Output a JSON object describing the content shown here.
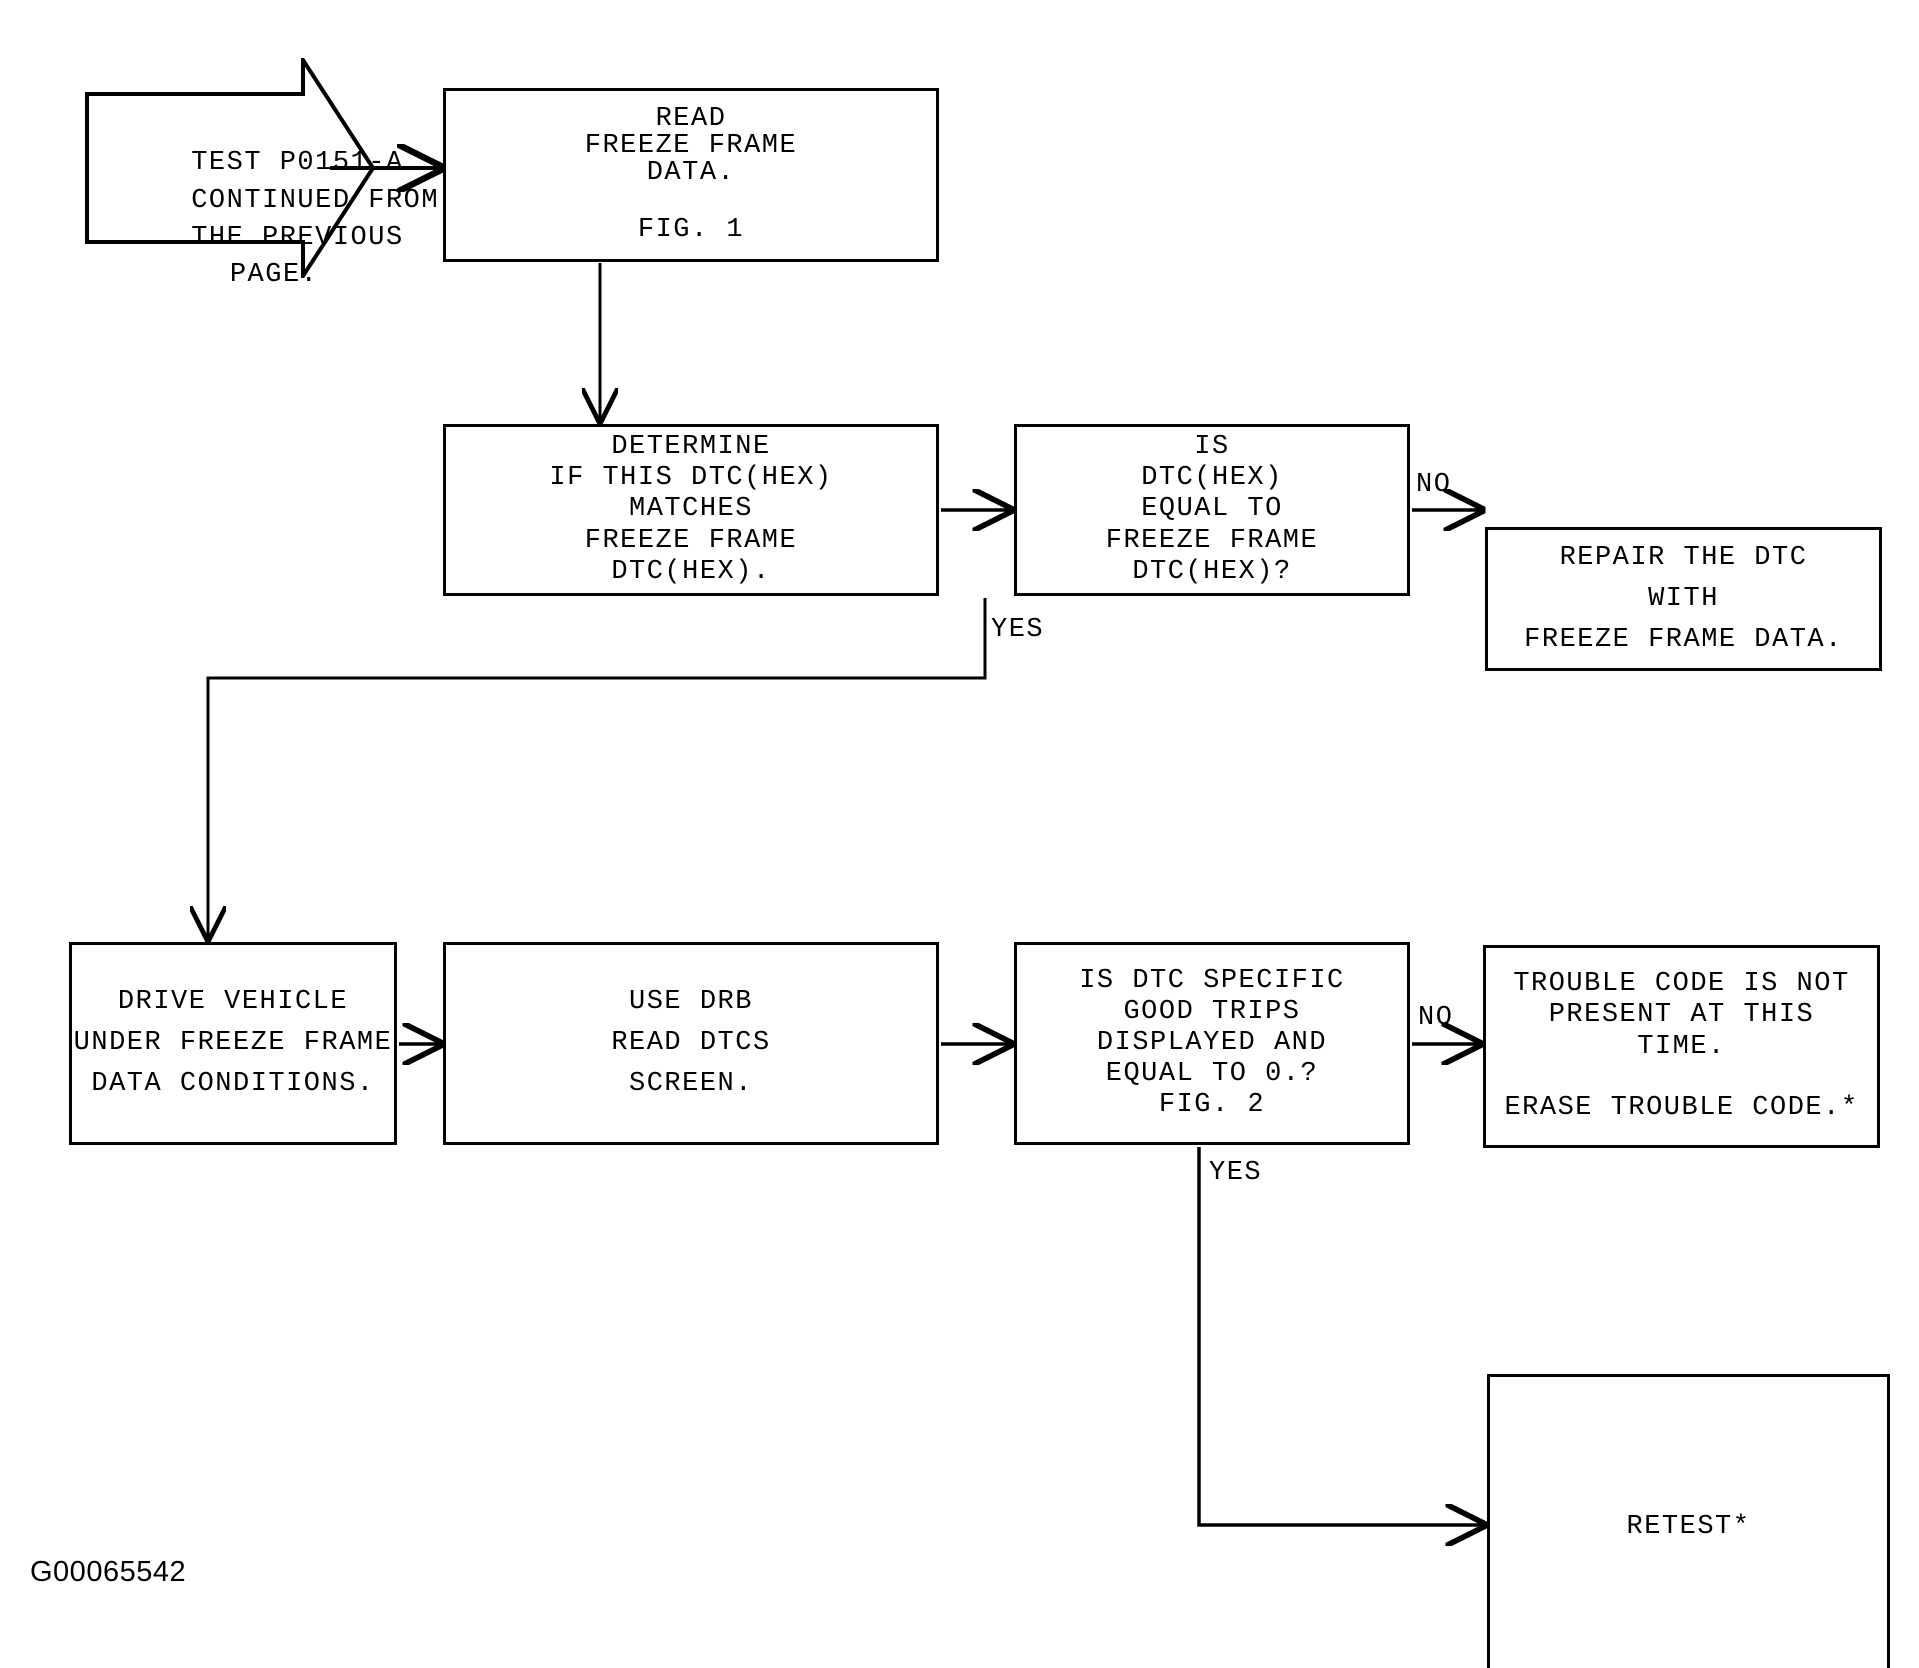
{
  "figure": {
    "id_label": "G00065542"
  },
  "nodes": {
    "continued_from": {
      "shape": "pentagon-arrow-right",
      "lines": [
        "TEST P0151-A",
        "CONTINUED FROM",
        "THE PREVIOUS",
        "PAGE."
      ]
    },
    "read_freeze_frame": {
      "shape": "rect",
      "lines": [
        "READ",
        "FREEZE FRAME",
        "DATA."
      ],
      "figref": "FIG. 1"
    },
    "determine_match": {
      "shape": "rect",
      "lines": [
        "DETERMINE",
        "IF THIS DTC(HEX)",
        "MATCHES",
        "FREEZE FRAME",
        "DTC(HEX)."
      ]
    },
    "is_dtc_equal": {
      "shape": "rect-decision",
      "lines": [
        "IS",
        "DTC(HEX)",
        "EQUAL TO",
        "FREEZE FRAME",
        "DTC(HEX)?"
      ]
    },
    "repair_dtc": {
      "shape": "rect",
      "lines": [
        "REPAIR THE DTC",
        "WITH",
        "FREEZE FRAME DATA."
      ]
    },
    "drive_vehicle": {
      "shape": "rect",
      "lines": [
        "DRIVE VEHICLE",
        "UNDER FREEZE FRAME",
        "DATA CONDITIONS."
      ]
    },
    "use_drb": {
      "shape": "rect",
      "lines": [
        "USE DRB",
        "READ DTCS",
        "SCREEN."
      ]
    },
    "good_trips": {
      "shape": "rect-decision",
      "lines": [
        "IS DTC SPECIFIC",
        "GOOD TRIPS",
        "DISPLAYED AND",
        "EQUAL TO 0.?"
      ],
      "figref": "FIG. 2"
    },
    "not_present": {
      "shape": "rect",
      "lines": [
        "TROUBLE CODE IS NOT",
        "PRESENT AT THIS",
        "TIME."
      ],
      "extra": "ERASE TROUBLE CODE.*"
    },
    "retest": {
      "shape": "rect",
      "lines": [
        "RETEST*"
      ]
    }
  },
  "edges": {
    "continued_to_read": {
      "label": ""
    },
    "read_to_determine": {
      "label": ""
    },
    "determine_to_is": {
      "label": ""
    },
    "is_no_to_repair": {
      "label": "NO"
    },
    "is_yes_to_drive": {
      "label": "YES"
    },
    "drive_to_drb": {
      "label": ""
    },
    "drb_to_goodtrips": {
      "label": ""
    },
    "goodtrips_no_to_notpresent": {
      "label": "NO"
    },
    "goodtrips_yes_to_retest": {
      "label": "YES"
    }
  },
  "colors": {
    "stroke": "#000000",
    "background": "#ffffff",
    "text": "#000000"
  }
}
